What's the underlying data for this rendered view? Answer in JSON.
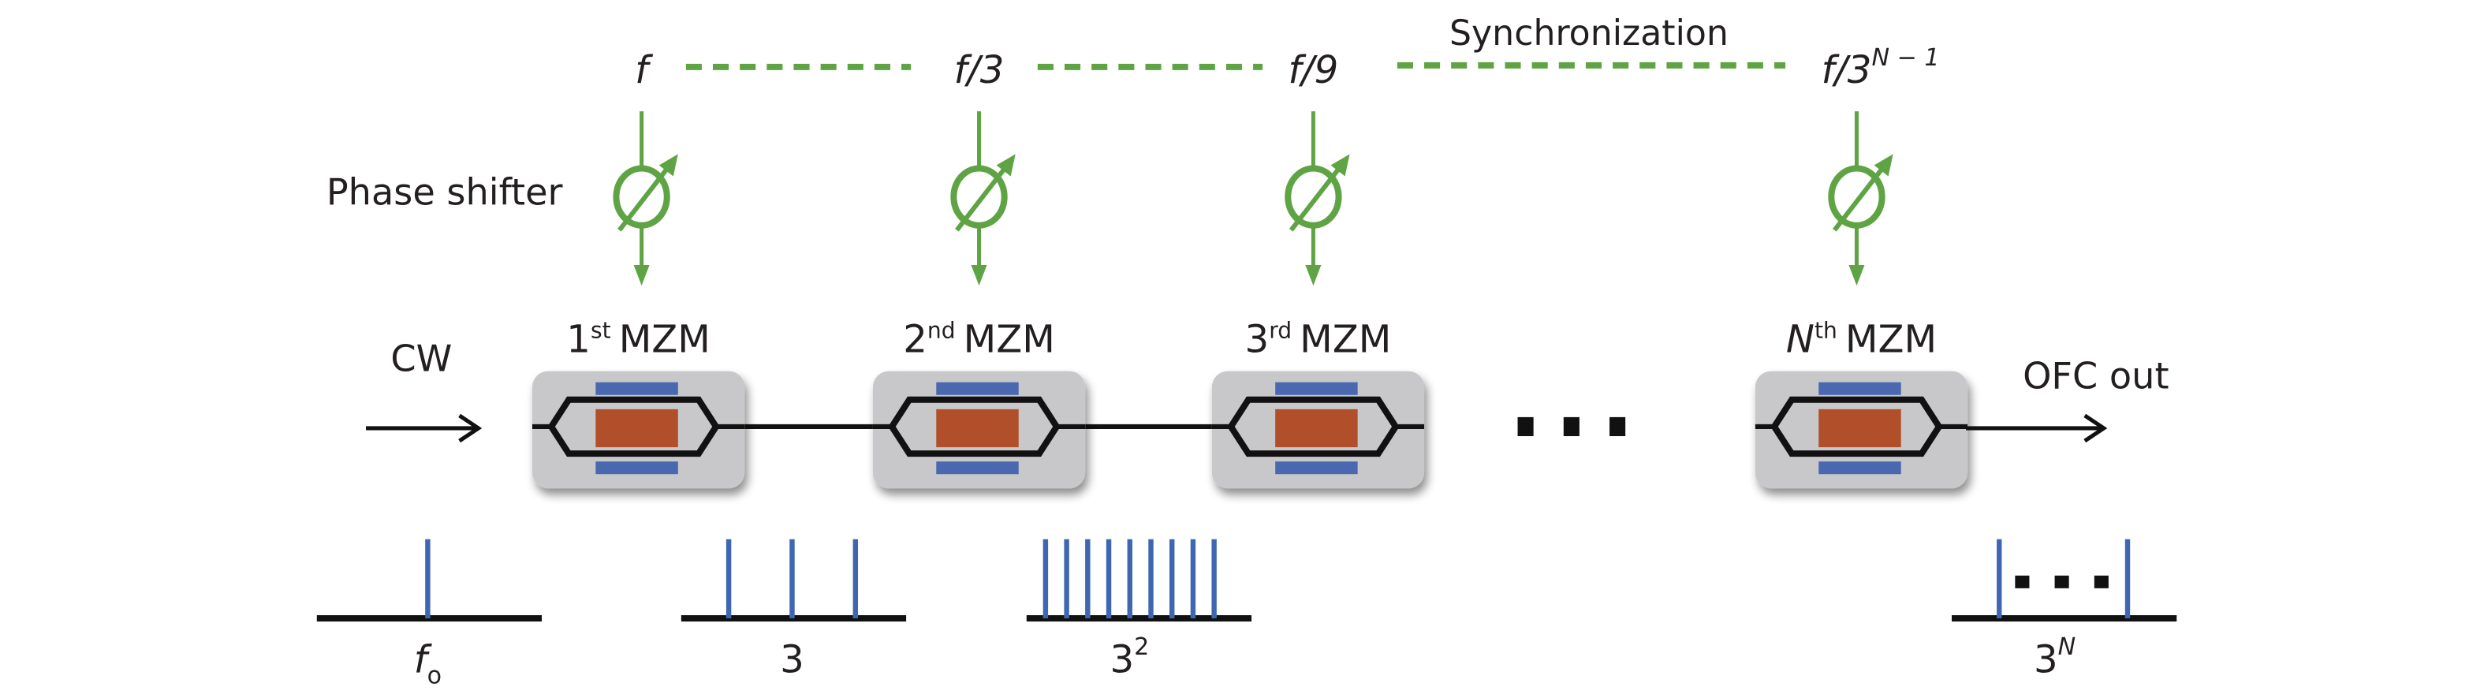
{
  "colors": {
    "green": "#5fa444",
    "blue": "#3f67b1",
    "mzm_blue": "#4a68b0",
    "mzm_core": "#b04f29",
    "mzm_box": "#c8c7c9",
    "black": "#111111"
  },
  "sync_label": "Synchronization",
  "phase_shifter_label": "Phase shifter",
  "input_label": "CW",
  "output_label": "OFC out",
  "ellipsis": "...",
  "stages": [
    {
      "freq_base": "f",
      "freq_sup": "",
      "mzm_num": "1",
      "mzm_suffix": "st",
      "mzm_label": "MZM",
      "spectrum_base": "f",
      "spectrum_sub": "o",
      "spectrum_sup": "",
      "lines": 1
    },
    {
      "freq_base": "f/3",
      "freq_sup": "",
      "mzm_num": "2",
      "mzm_suffix": "nd",
      "mzm_label": "MZM",
      "spectrum_base": "3",
      "spectrum_sub": "",
      "spectrum_sup": "",
      "lines": 3
    },
    {
      "freq_base": "f/9",
      "freq_sup": "",
      "mzm_num": "3",
      "mzm_suffix": "rd",
      "mzm_label": "MZM",
      "spectrum_base": "3",
      "spectrum_sub": "",
      "spectrum_sup": "2",
      "lines": 9
    },
    {
      "freq_base": "f/3",
      "freq_sup": "N − 1",
      "mzm_num": "N",
      "mzm_suffix": "th",
      "mzm_label": "MZM",
      "spectrum_base": "3",
      "spectrum_sub": "",
      "spectrum_sup": "N",
      "lines": 2
    }
  ]
}
